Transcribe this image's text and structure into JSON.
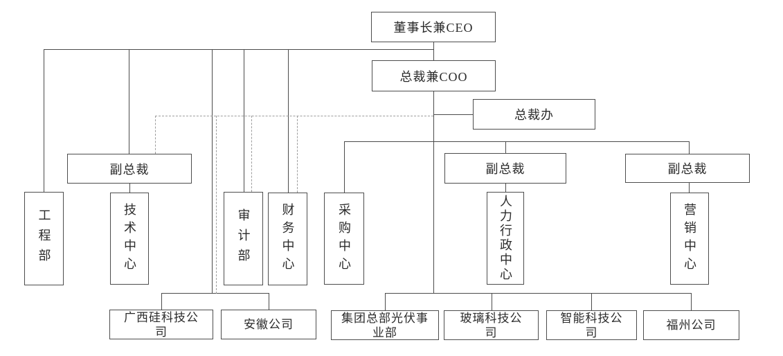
{
  "nodes": {
    "ceo": {
      "label": "董事长兼CEO"
    },
    "coo": {
      "label": "总裁兼COO"
    },
    "president_office": {
      "label": "总裁办"
    },
    "vp_left": {
      "label": "副总裁"
    },
    "vp_middle": {
      "label": "副总裁"
    },
    "vp_right": {
      "label": "副总裁"
    },
    "engineering_dept": {
      "label": "工程部"
    },
    "technology_center": {
      "label": "技术中心"
    },
    "audit_dept": {
      "label": "审计部"
    },
    "finance_center": {
      "label": "财务中心"
    },
    "procurement_center": {
      "label": "采购中心"
    },
    "hr_admin_center": {
      "label": "人力行政中心"
    },
    "marketing_center": {
      "label": "营销中心"
    },
    "guangxi_silicon_company": {
      "label": "广西硅科技公司"
    },
    "anhui_company": {
      "label": "安徽公司"
    },
    "hq_pv_division": {
      "label": "集团总部光伏事业部"
    },
    "glass_tech_company": {
      "label": "玻璃科技公司"
    },
    "smart_tech_company": {
      "label": "智能科技公司"
    },
    "fuzhou_company": {
      "label": "福州公司"
    }
  },
  "edges": {
    "solid": [
      [
        "ceo",
        "coo"
      ],
      [
        "ceo",
        "engineering_dept"
      ],
      [
        "ceo",
        "vp_left"
      ],
      [
        "ceo",
        "audit_dept"
      ],
      [
        "ceo",
        "finance_center"
      ],
      [
        "ceo",
        "guangxi_silicon_company"
      ],
      [
        "ceo",
        "anhui_company"
      ],
      [
        "coo",
        "president_office"
      ],
      [
        "coo",
        "procurement_center"
      ],
      [
        "coo",
        "vp_middle"
      ],
      [
        "coo",
        "vp_right"
      ],
      [
        "coo",
        "hq_pv_division"
      ],
      [
        "coo",
        "glass_tech_company"
      ],
      [
        "coo",
        "smart_tech_company"
      ],
      [
        "coo",
        "fuzhou_company"
      ],
      [
        "vp_left",
        "technology_center"
      ],
      [
        "vp_middle",
        "hr_admin_center"
      ],
      [
        "vp_right",
        "marketing_center"
      ]
    ],
    "dashed": [
      [
        "president_office",
        "vp_left"
      ],
      [
        "president_office",
        "audit_dept"
      ],
      [
        "president_office",
        "finance_center"
      ],
      [
        "president_office",
        "guangxi_silicon_company"
      ],
      [
        "president_office",
        "anhui_company"
      ]
    ]
  },
  "colors": {
    "background": "#ffffff",
    "line": "#4a4a4a",
    "dashed_line": "#9c9c9c",
    "box_border": "#4c4c4c",
    "text": "#2b2b2b"
  }
}
